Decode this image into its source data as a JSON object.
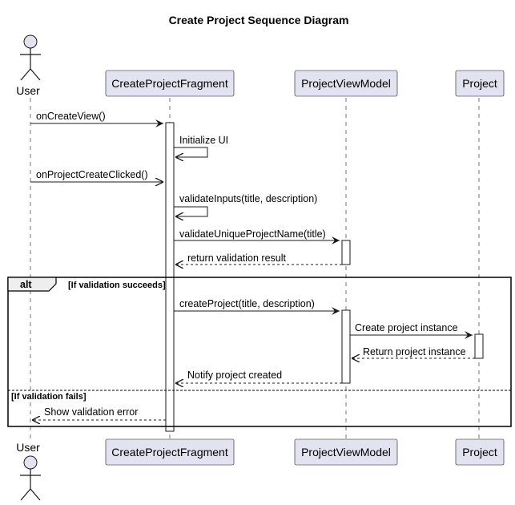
{
  "diagram": {
    "title": "Create Project Sequence Diagram",
    "participants": {
      "user": "User",
      "fragment": "CreateProjectFragment",
      "viewmodel": "ProjectViewModel",
      "project": "Project"
    },
    "messages": {
      "m1": "onCreateView()",
      "m2": "Initialize UI",
      "m3": "onProjectCreateClicked()",
      "m4": "validateInputs(title, description)",
      "m5": "validateUniqueProjectName(title)",
      "m6": "return validation result",
      "m7": "createProject(title, description)",
      "m8": "Create project instance",
      "m9": "Return project instance",
      "m10": "Notify project created",
      "m11": "Show validation error"
    },
    "fragment": {
      "keyword": "alt",
      "guard_success": "[If validation succeeds]",
      "guard_fail": "[If validation fails]"
    }
  }
}
